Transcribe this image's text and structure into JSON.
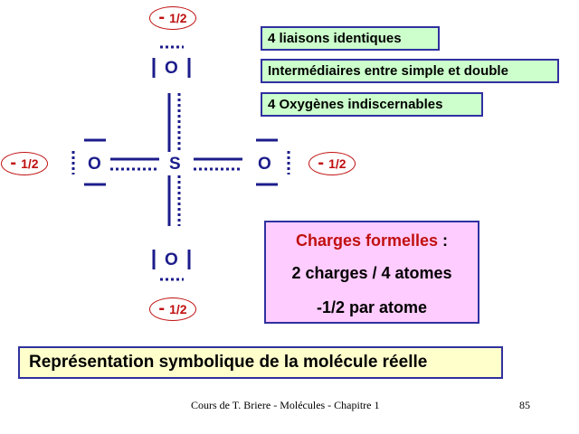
{
  "atoms": {
    "center": "S",
    "top": "O",
    "bottom": "O",
    "left": "O",
    "right": "O"
  },
  "charges": {
    "top": {
      "sign": "-",
      "value": "1/2"
    },
    "bottom": {
      "sign": "-",
      "value": "1/2"
    },
    "left": {
      "sign": "-",
      "value": "1/2"
    },
    "right": {
      "sign": "-",
      "value": "1/2"
    }
  },
  "info_boxes": [
    "4 liaisons identiques",
    "Intermédiaires entre simple et double",
    "4 Oxygènes indiscernables"
  ],
  "charges_box": {
    "title": "Charges formelles",
    "title_suffix": " :",
    "line2": "2 charges / 4 atomes",
    "line3": "-1/2 par atome"
  },
  "caption": "Représentation symbolique de la molécule réelle",
  "footer": {
    "text": "Cours de T. Briere - Molécules - Chapitre 1",
    "page": "85"
  },
  "colors": {
    "atom": "#1c1c8c",
    "charge": "#c01010",
    "box_border": "#3030a0",
    "green_box": "#ccffcc",
    "pink_box": "#ffccff",
    "yellow_box": "#ffffcc"
  }
}
